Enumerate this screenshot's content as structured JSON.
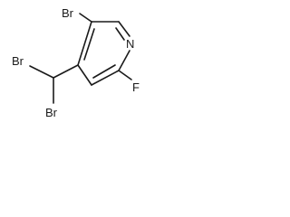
{
  "molecule": {
    "atoms": {
      "br_ring": "Br",
      "nitrogen": "N",
      "fluorine": "F",
      "br_left": "Br",
      "br_bottom": "Br"
    }
  }
}
